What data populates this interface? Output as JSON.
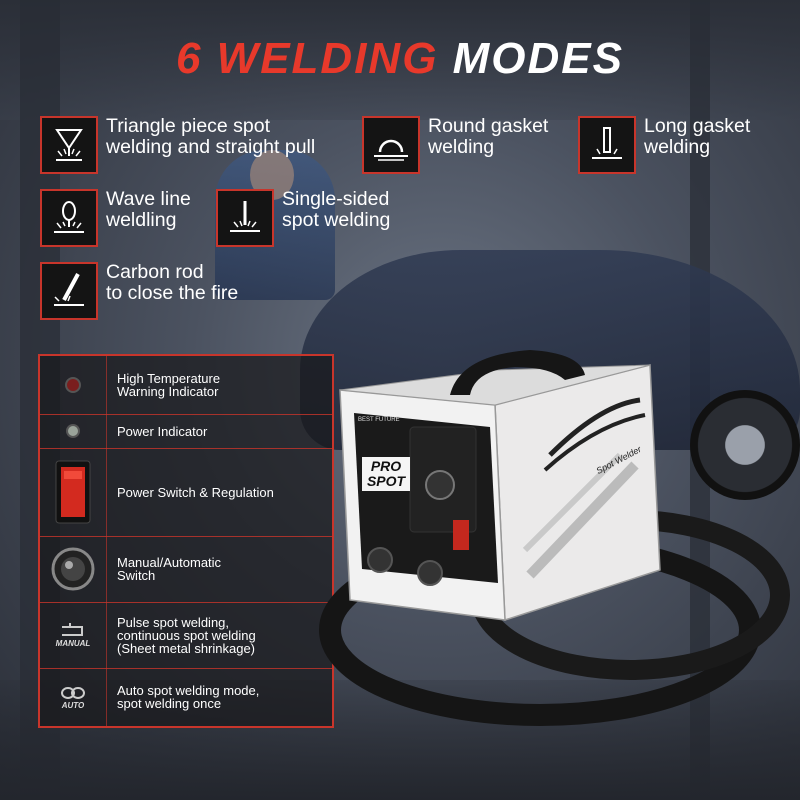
{
  "title": {
    "part1": "6 WELDING",
    "part2": "MODES"
  },
  "modes": [
    {
      "line1": "Triangle piece spot",
      "line2": "welding and straight pull",
      "icon": "triangle-spot-icon"
    },
    {
      "line1": "Round gasket",
      "line2": "welding",
      "icon": "round-gasket-icon"
    },
    {
      "line1": "Long gasket",
      "line2": "welding",
      "icon": "long-gasket-icon"
    },
    {
      "line1": "Wave line",
      "line2": "weldling",
      "icon": "wave-line-icon"
    },
    {
      "line1": "Single-sided",
      "line2": "spot welding",
      "icon": "single-sided-icon"
    },
    {
      "line1": "Carbon rod",
      "line2": "to close the fire",
      "icon": "carbon-rod-icon"
    }
  ],
  "features": [
    {
      "line1": "High Temperature",
      "line2": "Warning Indicator",
      "icon": "temperature-indicator-icon"
    },
    {
      "line1": "Power Indicator",
      "line2": "",
      "icon": "power-indicator-icon"
    },
    {
      "line1": "Power Switch & Regulation",
      "line2": "",
      "icon": "power-switch-icon"
    },
    {
      "line1": "Manual/Automatic",
      "line2": "Switch",
      "icon": "knob-icon"
    },
    {
      "line1": "Pulse spot welding,",
      "line2": "continuous spot welding",
      "line3": "(Sheet metal shrinkage)",
      "icon": "manual-icon",
      "badge": "MANUAL"
    },
    {
      "line1": "Auto spot welding mode,",
      "line2": "spot welding once",
      "icon": "auto-icon",
      "badge": "AUTO"
    }
  ],
  "machine": {
    "brand": "BEST FUTURE",
    "model_line1": "PRO",
    "model_line2": "SPOT",
    "side_text": "Spot Welder"
  },
  "colors": {
    "accent": "#e8392b",
    "border": "#c8352b",
    "panel": "#19191c"
  }
}
